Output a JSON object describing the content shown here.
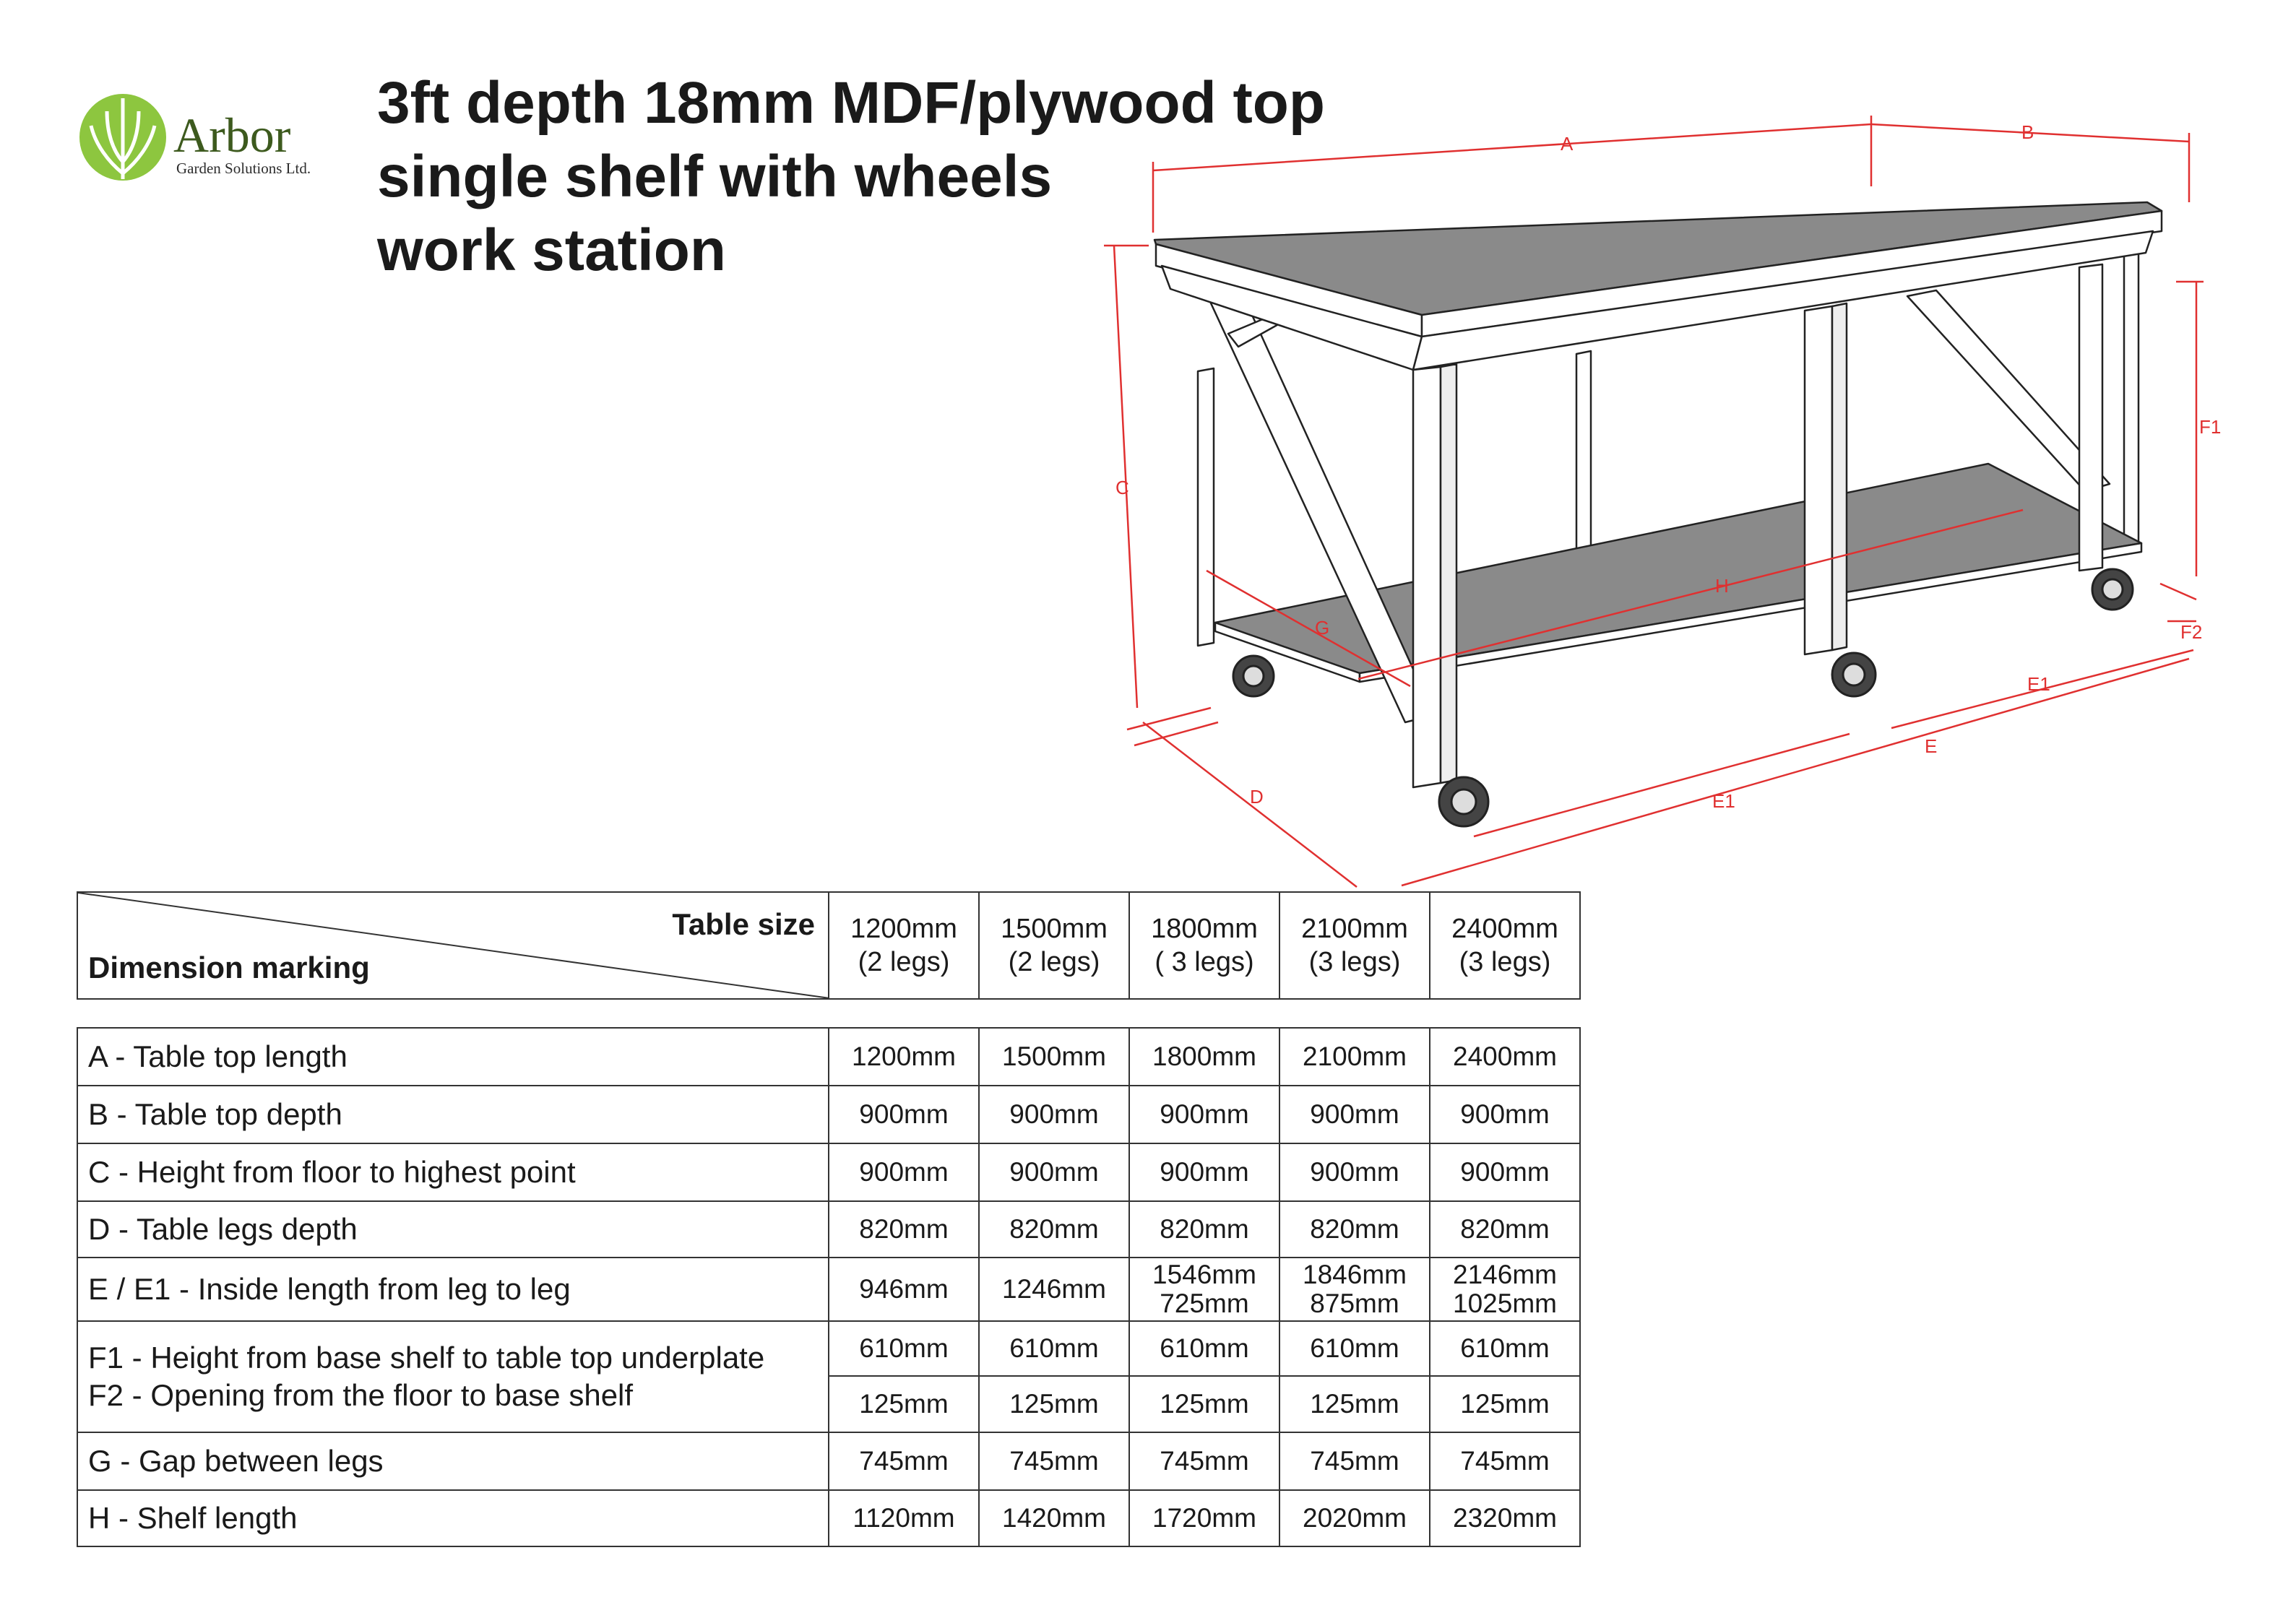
{
  "logo": {
    "name": "Arbor",
    "tagline": "Garden Solutions Ltd.",
    "leaf_color": "#8dc63f",
    "text_color": "#3d5a1e"
  },
  "title": [
    "3ft depth 18mm MDF/plywood top",
    "single shelf with wheels",
    "work station"
  ],
  "drawing_labels": {
    "A": "A",
    "B": "B",
    "C": "C",
    "D": "D",
    "E": "E",
    "E1": "E1",
    "F1": "F1",
    "F2": "F2",
    "G": "G",
    "H": "H"
  },
  "colors": {
    "dimension_line": "#e03030",
    "table_top": "#8a8a8a",
    "frame": "#ffffff",
    "outline": "#222222"
  },
  "table": {
    "size_header": "Table size",
    "dim_header": "Dimension marking",
    "sizes": [
      {
        "size": "1200mm",
        "legs": "(2 legs)"
      },
      {
        "size": "1500mm",
        "legs": "(2 legs)"
      },
      {
        "size": "1800mm",
        "legs": "( 3 legs)"
      },
      {
        "size": "2100mm",
        "legs": "(3 legs)"
      },
      {
        "size": "2400mm",
        "legs": "(3 legs)"
      }
    ],
    "rows": [
      {
        "label": "A - Table top length",
        "values": [
          "1200mm",
          "1500mm",
          "1800mm",
          "2100mm",
          "2400mm"
        ]
      },
      {
        "label": "B - Table top depth",
        "values": [
          "900mm",
          "900mm",
          "900mm",
          "900mm",
          "900mm"
        ]
      },
      {
        "label": "C - Height from floor to highest point",
        "values": [
          "900mm",
          "900mm",
          "900mm",
          "900mm",
          "900mm"
        ]
      },
      {
        "label": "D - Table legs depth",
        "values": [
          "820mm",
          "820mm",
          "820mm",
          "820mm",
          "820mm"
        ]
      },
      {
        "label": "E / E1 - Inside length from leg to leg",
        "values": [
          [
            "946mm",
            ""
          ],
          [
            "1246mm",
            ""
          ],
          [
            "1546mm",
            "725mm"
          ],
          [
            "1846mm",
            "875mm"
          ],
          [
            "2146mm",
            "1025mm"
          ]
        ]
      },
      {
        "label": "F1 - Height from base shelf to table top underplate",
        "values": [
          "610mm",
          "610mm",
          "610mm",
          "610mm",
          "610mm"
        ]
      },
      {
        "label": "F2 - Opening from the floor to base shelf",
        "values": [
          "125mm",
          "125mm",
          "125mm",
          "125mm",
          "125mm"
        ]
      },
      {
        "label": "G - Gap between legs",
        "values": [
          "745mm",
          "745mm",
          "745mm",
          "745mm",
          "745mm"
        ]
      },
      {
        "label": "H - Shelf length",
        "values": [
          "1120mm",
          "1420mm",
          "1720mm",
          "2020mm",
          "2320mm"
        ]
      }
    ]
  }
}
